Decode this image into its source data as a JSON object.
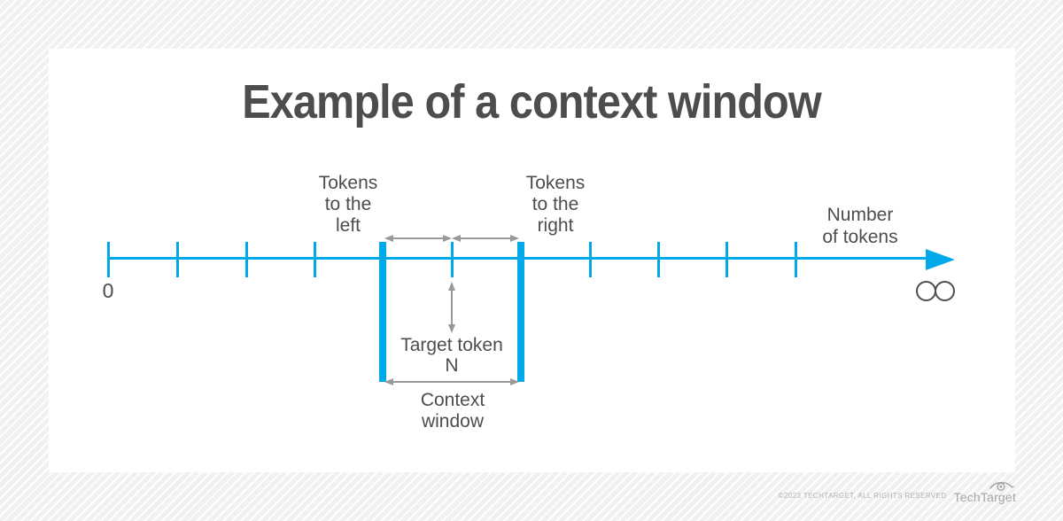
{
  "title": "Example of a context window",
  "diagram": {
    "tokens_left_label": "Tokens\nto the\nleft",
    "tokens_right_label": "Tokens\nto the\nright",
    "number_of_tokens_label": "Number\nof tokens",
    "target_token_label": "Target token\nN",
    "context_window_label": "Context\nwindow",
    "axis_start_label": "0",
    "axis_end_symbol": "∞",
    "tick_count_left_of_window": 4,
    "tick_count_right_of_window": 4
  },
  "footer": {
    "copyright": "©2023 TECHTARGET, ALL RIGHTS RESERVED",
    "brand": "TechTarget"
  },
  "colors": {
    "accent_blue": "#00A9E9",
    "arrow_gray": "#999999",
    "text_dark": "#4D4D4D",
    "footer_gray": "#B3B3B3",
    "card_bg": "#FFFFFF",
    "page_bg": "#F1F1F1"
  }
}
